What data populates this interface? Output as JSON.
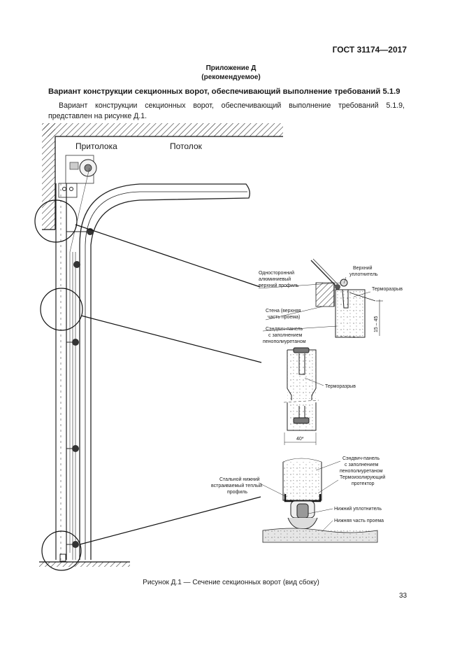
{
  "header": {
    "standard": "ГОСТ 31174—2017"
  },
  "appendix": {
    "title": "Приложение Д",
    "subtitle": "(рекомендуемое)"
  },
  "section_title": "Вариант конструкции секционных ворот, обеспечивающий выполнение требований 5.1.9",
  "paragraph": "Вариант конструкции секционных ворот, обеспечивающий выполнение требований 5.1.9, представлен на рисунке Д.1.",
  "figure": {
    "label_lintel": "Притолока",
    "label_ceiling": "Потолок",
    "detail_top": {
      "one_sided_profile_1": "Односторонний",
      "one_sided_profile_2": "алюминиевый",
      "one_sided_profile_3": "верхний профиль",
      "upper_seal_1": "Верхний",
      "upper_seal_2": "уплотнитель",
      "thermal_break": "Терморазрыв",
      "wall_1": "Стена (верхняя",
      "wall_2": "часть проема)",
      "sandwich_1": "Сэндвич-панель",
      "sandwich_2": "с заполнением",
      "sandwich_3": "пенополиуретаном",
      "dimension": "15 – 45"
    },
    "detail_middle": {
      "thermal_break": "Терморазрыв",
      "dimension": "40*"
    },
    "detail_bottom": {
      "sandwich_1": "Сэндвич-панель",
      "sandwich_2": "с заполнением",
      "sandwich_3": "пенополиуретаном",
      "protector_1": "Термоизолирующий",
      "protector_2": "протектор",
      "steel_profile_1": "Стальной нижний",
      "steel_profile_2": "встраиваемый теплый",
      "steel_profile_3": "профиль",
      "lower_seal": "Нижний уплотнитель",
      "lower_opening": "Нижняя часть проема"
    }
  },
  "caption": "Рисунок Д.1 — Сечение секционных ворот (вид сбоку)",
  "page_number": "33"
}
